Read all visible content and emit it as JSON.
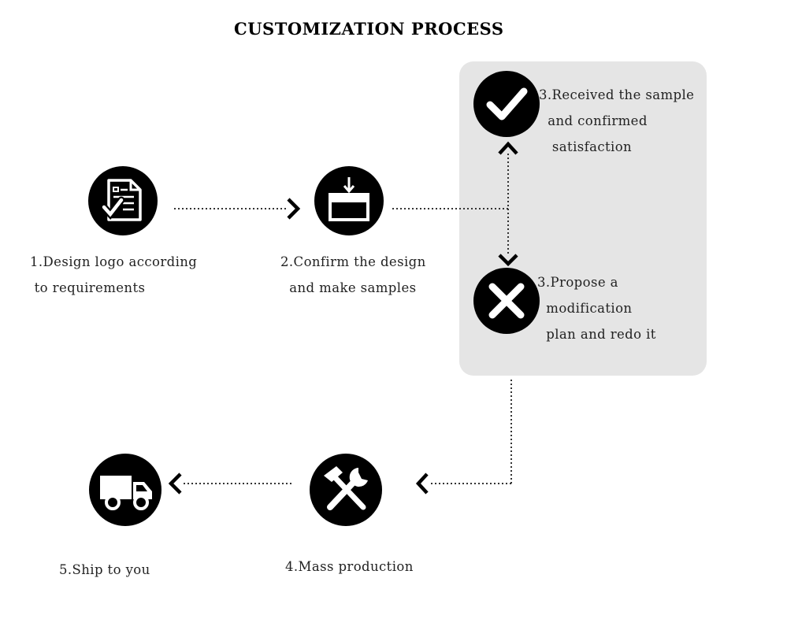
{
  "title": "CUSTOMIZATION PROCESS",
  "steps": {
    "design": {
      "lines": [
        "1.Design logo according",
        " to requirements"
      ],
      "icon": "document-check-icon"
    },
    "confirm": {
      "lines": [
        "2.Confirm the design",
        "  and make samples"
      ],
      "icon": "download-box-icon"
    },
    "received": {
      "lines": [
        "3.Received the sample",
        "  and confirmed",
        "   satisfaction"
      ],
      "icon": "checkmark-icon"
    },
    "modify": {
      "lines": [
        "3.Propose a",
        "  modification",
        "  plan and redo it"
      ],
      "icon": "x-mark-icon"
    },
    "mass": {
      "lines": [
        "4.Mass production"
      ],
      "icon": "tools-icon"
    },
    "ship": {
      "lines": [
        "5.Ship to you"
      ],
      "icon": "truck-icon"
    }
  },
  "colors": {
    "icon": "#000000",
    "panel": "#e5e5e5",
    "connector": "#333333"
  }
}
